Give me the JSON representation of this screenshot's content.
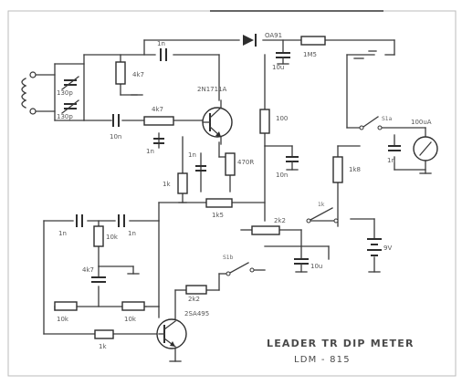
{
  "labels": {
    "c_top_left": "1n",
    "diode": "OA91",
    "r_top_right": "1M5",
    "c_top_mid": "10u",
    "r_4k7_top": "4k7",
    "c_130p": "130p",
    "c_130p_b": "130p",
    "c_10n_mid": "10n",
    "r_4k7_base": "4k7",
    "transistor_upper": "2N1711A",
    "c_1n_small": "1n",
    "c_1n_small_b": "1n",
    "r_470r": "470R",
    "r_1k_left": "1k",
    "r_1k5": "1k5",
    "r_100_right": "100",
    "c_10n_right": "10n",
    "meter": "100uA",
    "c_1n_meter": "1n",
    "r_1k8": "1k8",
    "r_2k2": "2k2",
    "r_1k_mid": "1k",
    "r_47_lower": "4k7",
    "c_lower_1": "1n",
    "c_lower_2": "1n",
    "r_10k_left": "10k",
    "r_10k_right": "10k",
    "r_1k_bottom": "1k",
    "r_2k2_bottom": "2k2",
    "transistor_lower": "2SA495",
    "switch_label": "S1b",
    "switch_label_2": "S1a",
    "c_lower_right": "10u",
    "battery": "9V",
    "title_line1": "LEADER TR DIP METER",
    "title_line2": "LDM - 815"
  }
}
